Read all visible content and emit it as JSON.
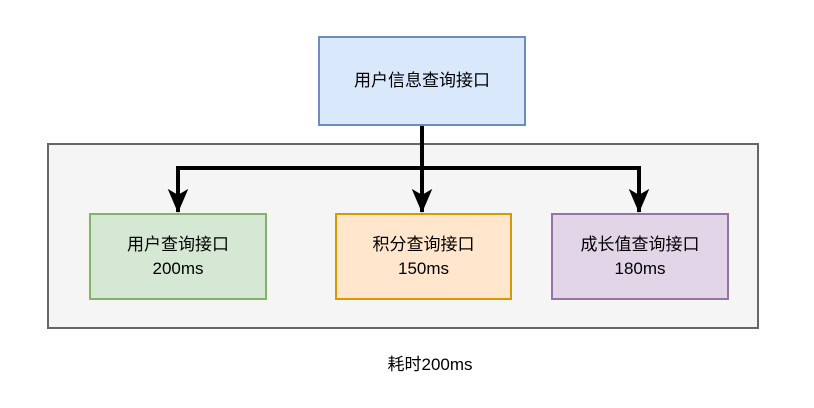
{
  "diagram": {
    "background": "#ffffff",
    "arrow_color": "#000000",
    "title_node": {
      "label": "用户信息查询接口",
      "fill": "#dae8fc",
      "border": "#6c8ebf"
    },
    "group": {
      "fill": "#f5f5f5",
      "border": "#666666"
    },
    "children": [
      {
        "label": "用户查询接口",
        "latency": "200ms",
        "fill": "#d5e8d4",
        "border": "#82b366"
      },
      {
        "label": "积分查询接口",
        "latency": "150ms",
        "fill": "#ffe6cc",
        "border": "#d79b00"
      },
      {
        "label": "成长值查询接口",
        "latency": "180ms",
        "fill": "#e1d5e7",
        "border": "#9673a6"
      }
    ],
    "footer_label": "耗时200ms"
  }
}
